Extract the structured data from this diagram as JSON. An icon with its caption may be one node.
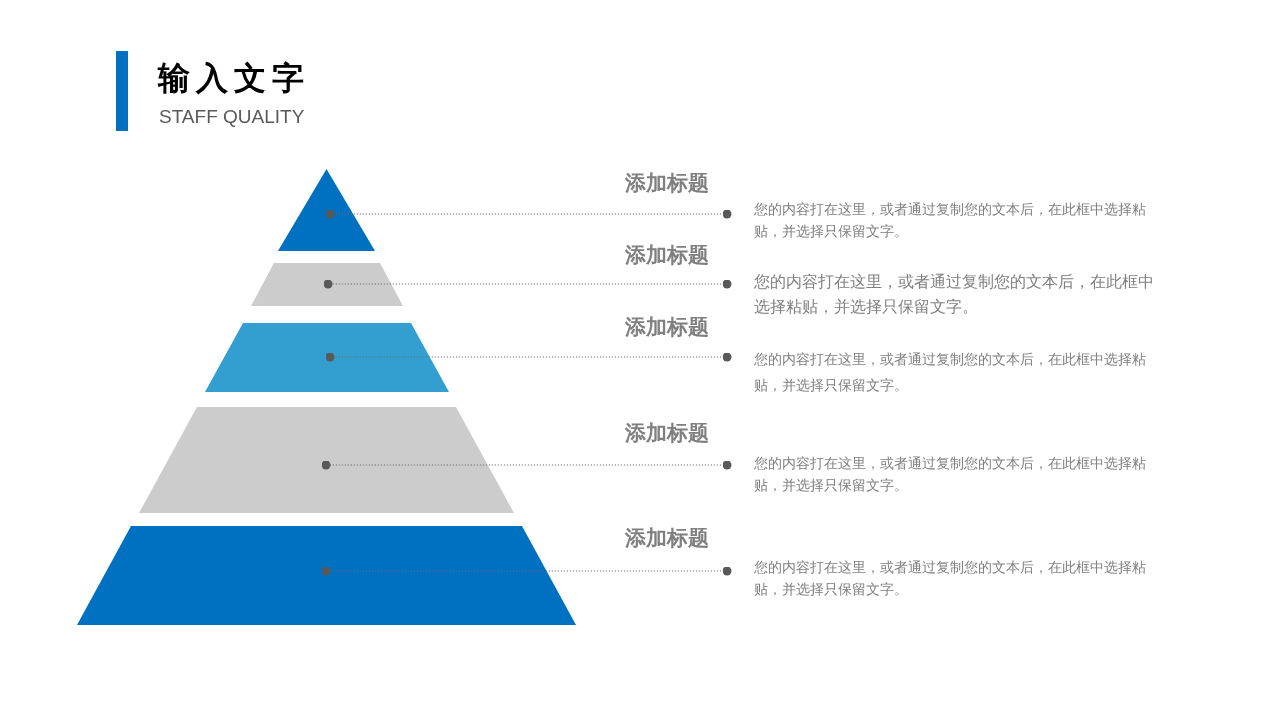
{
  "diagram": {
    "title": "输入文字",
    "nodes": [
      {
        "text": [],
        "shape": "triangle"
      },
      {
        "text": [],
        "shape": "trapezoid"
      },
      {
        "text": [],
        "shape": "trapezoid"
      },
      {
        "text": [],
        "shape": "trapezoid"
      },
      {
        "text": [],
        "shape": "trapezoid"
      },
      {
        "text": [
          "添加标题",
          "您的内容打在这里，或者通过复制您的文本后，在此框中选择粘贴，并选择只保留文字。"
        ]
      },
      {
        "text": [
          "添加标题",
          "您的内容打在这里，或者通过复制您的文本后，在此框中选择粘贴，并选择只保留文字。"
        ]
      },
      {
        "text": [
          "添加标题",
          "您的内容打在这里，或者通过复制您的文本后，在此框中选择粘贴，并选择只保留文字。"
        ]
      },
      {
        "text": [
          "添加标题",
          "您的内容打在这里，或者通过复制您的文本后，在此框中选择粘贴，并选择只保留文字。"
        ]
      },
      {
        "text": [
          "添加标题",
          "您的内容打在这里，或者通过复制您的文本后，在此框中选择粘贴，并选择只保留文字。"
        ]
      }
    ],
    "edges": [
      {
        "from": 5,
        "to": 0,
        "arrow": "other",
        "style": "dashed"
      },
      {
        "from": 6,
        "to": 1,
        "arrow": "other",
        "style": "dashed"
      },
      {
        "from": 7,
        "to": 2,
        "arrow": "other",
        "style": "dashed"
      },
      {
        "from": 8,
        "to": 3,
        "arrow": "other",
        "style": "dashed"
      },
      {
        "from": 9,
        "to": 4,
        "arrow": "other",
        "style": "dashed"
      }
    ],
    "labels": [
      "STAFF QUALITY"
    ]
  }
}
